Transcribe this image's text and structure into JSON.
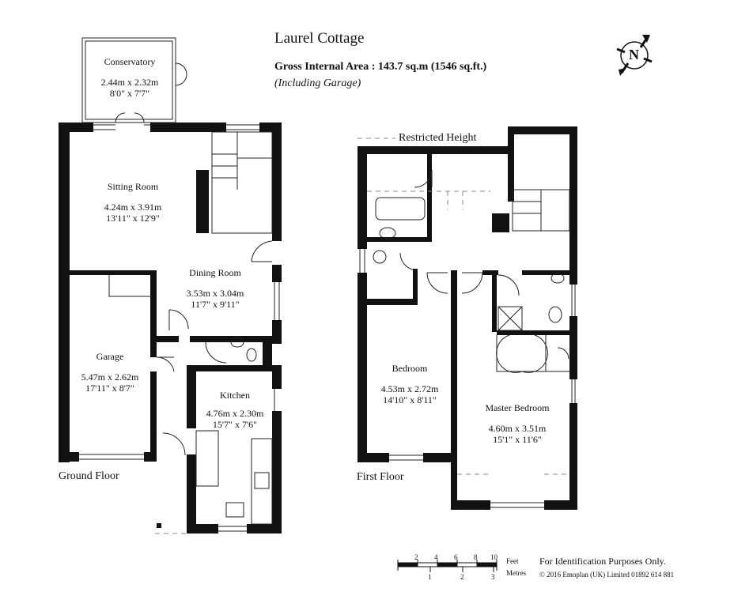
{
  "header": {
    "title": "Laurel Cottage",
    "gross_area": "Gross Internal Area  :  143.7 sq.m   (1546 sq.ft.)",
    "including": "(Including Garage)"
  },
  "compass": {
    "letter": "N"
  },
  "ground_floor": {
    "label": "Ground Floor",
    "rooms": {
      "conservatory": {
        "name": "Conservatory",
        "metric": "2.44m  x  2.32m",
        "imperial": "8'0\"  x  7'7\""
      },
      "sitting": {
        "name": "Sitting Room",
        "metric": "4.24m  x  3.91m",
        "imperial": "13'11\"  x  12'9\""
      },
      "dining": {
        "name": "Dining Room",
        "metric": "3.53m  x  3.04m",
        "imperial": "11'7\"  x  9'11\""
      },
      "garage": {
        "name": "Garage",
        "metric": "5.47m  x  2.62m",
        "imperial": "17'11\"  x  8'7\""
      },
      "kitchen": {
        "name": "Kitchen",
        "metric": "4.76m  x  2.30m",
        "imperial": "15'7\"  x  7'6\""
      }
    }
  },
  "first_floor": {
    "label": "First Floor",
    "restricted": "Restricted Height",
    "rooms": {
      "bedroom": {
        "name": "Bedroom",
        "metric": "4.53m  x  2.72m",
        "imperial": "14'10\"  x  8'11\""
      },
      "master": {
        "name": "Master Bedroom",
        "metric": "4.60m  x  3.51m",
        "imperial": "15'1\"  x  11'6\""
      }
    }
  },
  "scale": {
    "feet_ticks": [
      "2",
      "4",
      "6",
      "8",
      "10"
    ],
    "metre_ticks": [
      "1",
      "2",
      "3"
    ],
    "feet_label": "Feet",
    "metres_label": "Metres"
  },
  "footer": {
    "notice": "For Identification Purposes Only.",
    "copyright": "© 2016 Emoplan (UK) Limited  01892 614 881"
  }
}
